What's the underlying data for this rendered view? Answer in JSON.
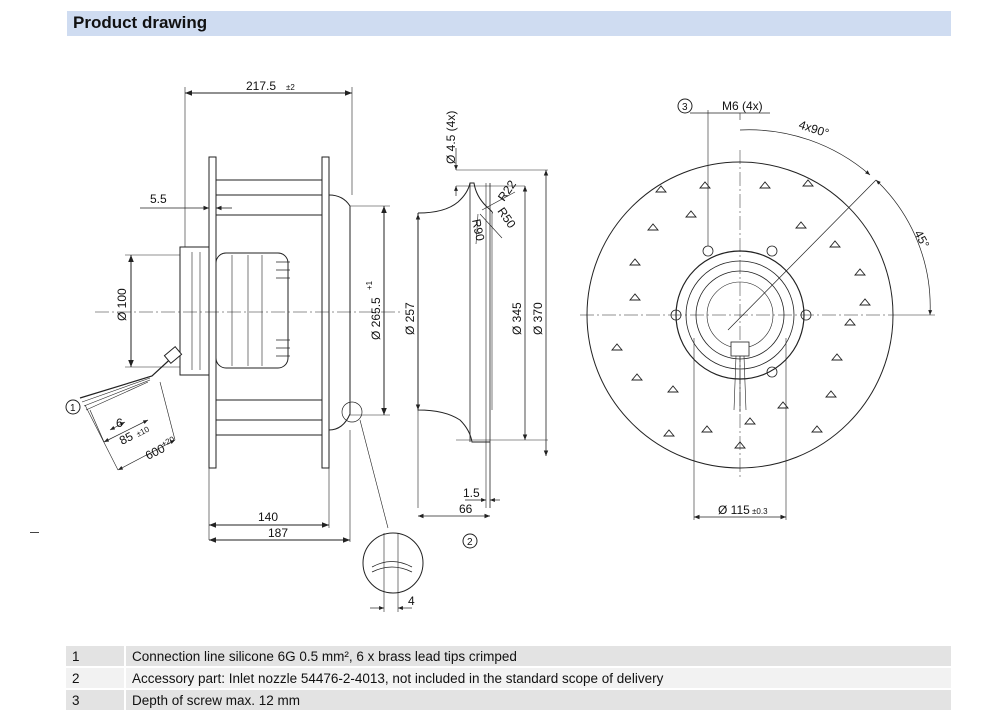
{
  "header": {
    "title": "Product drawing"
  },
  "side_view": {
    "width_label": "217.5",
    "width_tol": "±2",
    "offset_label": "5.5",
    "motor_dia": "Ø 100",
    "impeller_dia": "Ø 265.5",
    "impeller_tol": "+1",
    "callout_1": "1",
    "lead_short": "6",
    "lead_mid": "85",
    "lead_mid_tol": "±10",
    "lead_long": "600",
    "lead_long_tol": "+20",
    "depth_140": "140",
    "depth_187": "187",
    "detail_4": "4"
  },
  "nozzle_view": {
    "hole": "Ø 4.5 (4x)",
    "r22": "R22",
    "r90": "R90",
    "r50": "R50",
    "dia_257": "Ø 257",
    "dia_345": "Ø 345",
    "dia_370": "Ø 370",
    "dim_15": "1.5",
    "dim_66": "66",
    "callout_2": "2"
  },
  "front_view": {
    "callout_3": "3",
    "thread": "M6 (4x)",
    "angle_4x90": "4x90°",
    "angle_45": "45°",
    "bolt_circle": "Ø 115",
    "bolt_tol": "±0.3"
  },
  "notes": [
    {
      "num": "1",
      "text": "Connection line silicone 6G 0.5 mm², 6 x brass lead tips crimped"
    },
    {
      "num": "2",
      "text": "Accessory part: Inlet nozzle 54476-2-4013, not included in the standard scope of delivery"
    },
    {
      "num": "3",
      "text": "Depth of screw max. 12 mm"
    }
  ],
  "colors": {
    "header_bg": "#cfdcf1",
    "row_dark": "#e3e3e3",
    "row_light": "#f2f2f2",
    "line": "#222222"
  }
}
